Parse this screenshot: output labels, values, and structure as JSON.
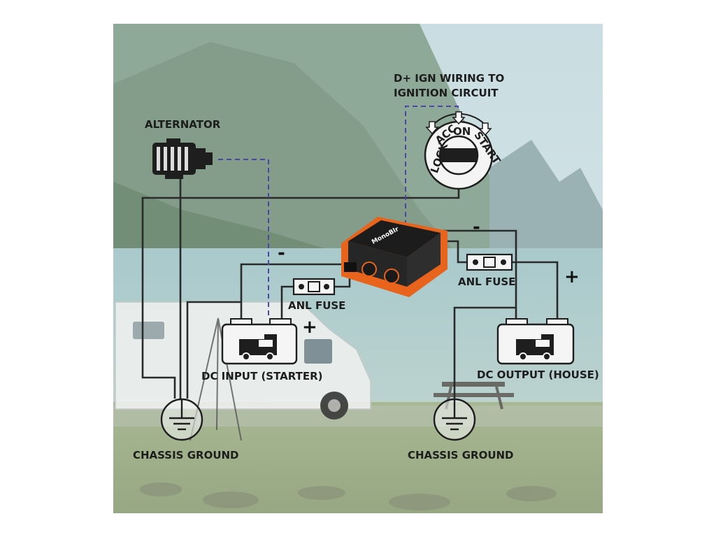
{
  "labels": {
    "alternator": "ALTERNATOR",
    "ign_line1": "D+ IGN WIRING TO",
    "ign_line2": "IGNITION CIRCUIT",
    "anl_fuse_left": "ANL FUSE",
    "anl_fuse_right": "ANL FUSE",
    "dc_input": "DC INPUT (STARTER)",
    "dc_output": "DC OUTPUT (HOUSE)",
    "chassis_ground_left": "CHASSIS GROUND",
    "chassis_ground_right": "CHASSIS GROUND",
    "minus_left": "-",
    "minus_right": "-",
    "plus_left": "+",
    "plus_right": "+"
  },
  "ignition": {
    "lock": "LOCK",
    "acc": "ACC",
    "on": "ON",
    "start": "START"
  },
  "device": {
    "brand": "MonoBlr"
  },
  "colors": {
    "wire": "#2a2a2a",
    "ign_signal": "#4b45a8",
    "device_body": "#e8631c",
    "device_top": "#1c1c1c"
  }
}
